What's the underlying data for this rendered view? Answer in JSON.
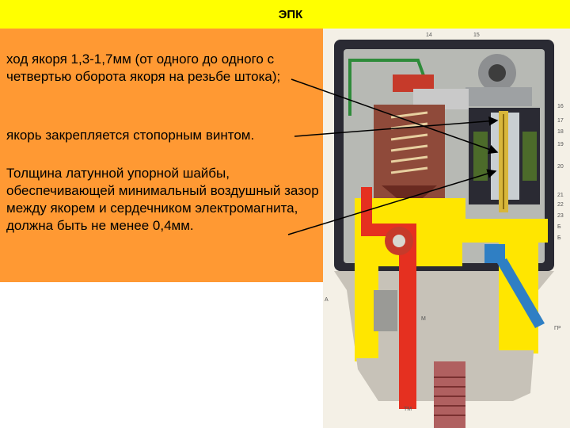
{
  "slide": {
    "title": "ЭПК",
    "paragraphs": [
      "ход якоря 1,3-1,7мм (от одного до одного с четвертью оборота якоря на резьбе штока);",
      "якорь закрепляется стопорным винтом.",
      "Толщина латунной упорной шайбы, обеспечивающей минимальный воздушный зазор между якорем и сердечником электромагнита, должна быть не менее 0,4мм."
    ]
  },
  "diagram": {
    "labels": [
      "14",
      "15",
      "16",
      "17",
      "18",
      "19",
      "20",
      "21",
      "22",
      "23",
      "Б",
      "Б",
      "А",
      "ГР",
      "ТМ",
      "М"
    ]
  },
  "colors": {
    "title_bar": "#ffff00",
    "text_panel": "#ff9933",
    "body_housing": "#2a2a33",
    "yellow_channel": "#ffe600",
    "red_channel": "#e53020"
  }
}
